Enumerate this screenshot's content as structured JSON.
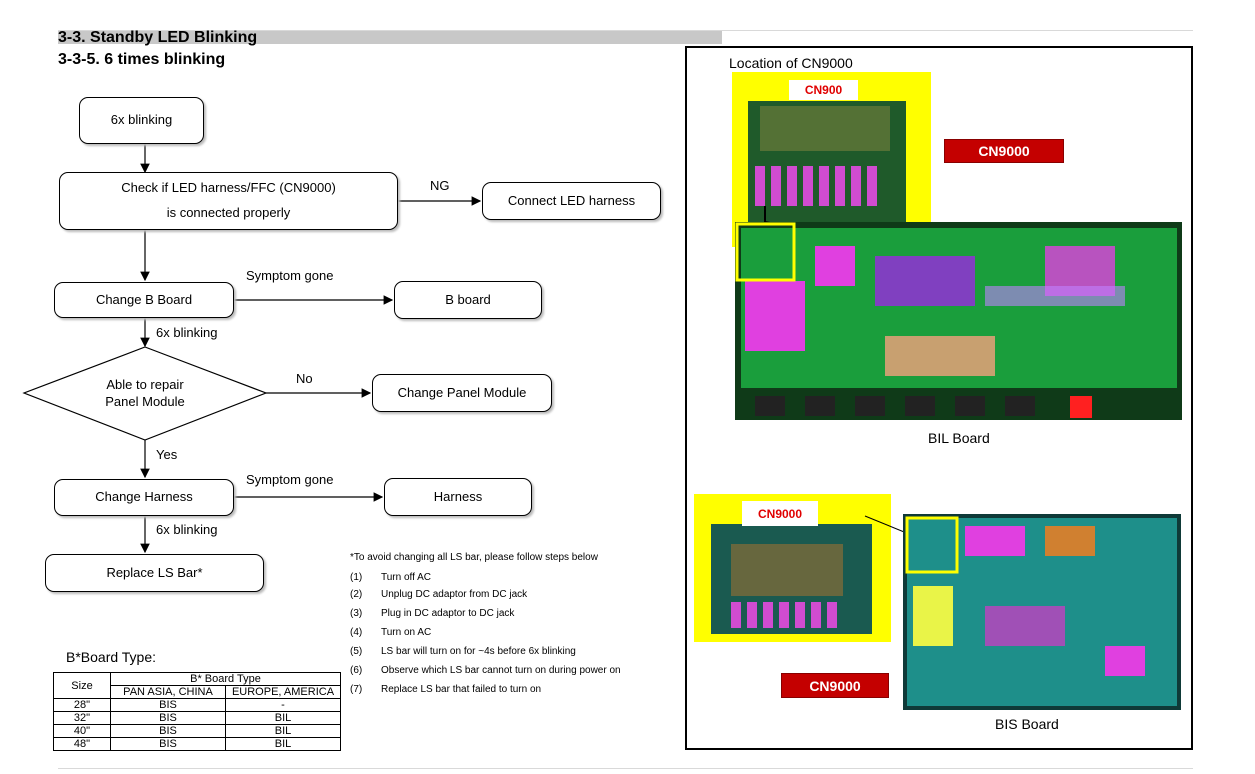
{
  "header": {
    "title": "3-3. Standby LED Blinking",
    "subtitle": "3-3-5. 6 times blinking"
  },
  "flow": {
    "start": "6x blinking",
    "check_line1": "Check if LED harness/FFC (CN9000)",
    "check_line2": "is connected properly",
    "ng_label": "NG",
    "connect_harness": "Connect LED harness",
    "change_b_board": "Change B Board",
    "symptom_gone_1": "Symptom gone",
    "b_board": "B board",
    "blink_1": "6x blinking",
    "decision_line1": "Able to repair",
    "decision_line2": "Panel Module",
    "no_label": "No",
    "change_panel": "Change Panel Module",
    "yes_label": "Yes",
    "change_harness": "Change Harness",
    "symptom_gone_2": "Symptom gone",
    "harness": "Harness",
    "blink_2": "6x blinking",
    "replace_ls": "Replace LS Bar*"
  },
  "notes": {
    "intro": "*To avoid changing all LS bar, please follow steps below",
    "steps": [
      {
        "num": "(1)",
        "text": "Turn off AC"
      },
      {
        "num": "(2)",
        "text": "Unplug DC adaptor from DC jack"
      },
      {
        "num": "(3)",
        "text": "Plug in DC adaptor to DC jack"
      },
      {
        "num": "(4)",
        "text": "Turn on AC"
      },
      {
        "num": "(5)",
        "text": "LS bar will turn on for ~4s before 6x blinking"
      },
      {
        "num": "(6)",
        "text": "Observe which LS bar cannot turn on during power on"
      },
      {
        "num": "(7)",
        "text": "Replace LS bar that failed to turn on"
      }
    ]
  },
  "board_table": {
    "caption": "B*Board Type:",
    "col_size": "Size",
    "col_group": "B* Board Type",
    "col_a": "PAN ASIA, CHINA",
    "col_b": "EUROPE, AMERICA",
    "rows": [
      [
        "28\"",
        "BIS",
        "-"
      ],
      [
        "32\"",
        "BIS",
        "BIL"
      ],
      [
        "40\"",
        "BIS",
        "BIL"
      ],
      [
        "48\"",
        "BIS",
        "BIL"
      ]
    ]
  },
  "right_panel": {
    "location_label": "Location of CN9000",
    "zoom1_tag": "CN900",
    "cn_tag_1": "CN9000",
    "bil_label": "BIL Board",
    "zoom2_tag": "CN9000",
    "cn_tag_2": "CN9000",
    "bis_label": "BIS Board"
  },
  "colors": {
    "red_tag": "#c40000",
    "zoom_yellow": "#ffff00",
    "pcb_green": "#1a9e3c",
    "pcb_teal": "#1e8f8a",
    "pcb_magenta": "#e040e0"
  }
}
